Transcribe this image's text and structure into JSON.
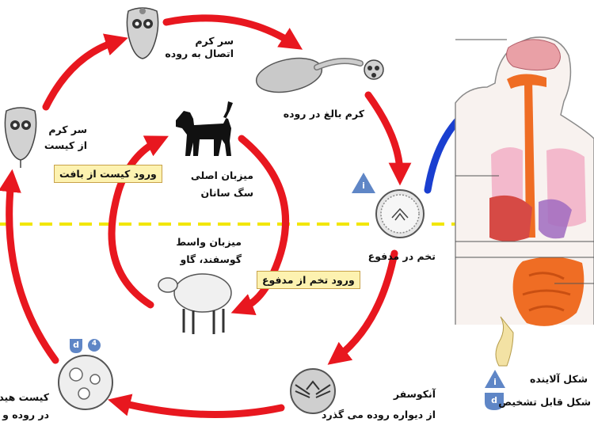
{
  "labels": {
    "scolex_attached_line1": "سر کرم",
    "scolex_attached_line2": "اتصال به روده",
    "adult_worm": "کرم بالغ در روده",
    "egg_in_feces": "تخم در مدفوع",
    "oncosphere_line1": "آنکوسفر",
    "oncosphere_line2": "از دیواره روده می گذرد",
    "hydatid_cyst_line1": "کیست هیدا",
    "hydatid_cyst_line2": "در روده و ش",
    "scolex_from_cyst_line1": "سر کرم",
    "scolex_from_cyst_line2": "از کیست",
    "definitive_host_line1": "میزبان اصلی",
    "definitive_host_line2": "سگ سانان",
    "intermediate_host_line1": "میزبان واسط",
    "intermediate_host_line2": "گوسفند، گاو",
    "cyst_entry_box": "ورود کیست از بافت",
    "egg_entry_box": "ورود تخم از مدفوع"
  },
  "badges": {
    "infective_letter": "i",
    "diagnostic_letter": "d",
    "stage_number": "4"
  },
  "legend": {
    "infective": "شکل آلاینده",
    "diagnostic": "شکل قابل تشخیص"
  },
  "colors": {
    "cycle_arrow": "#e8171f",
    "infection_arrow": "#1a3fd0",
    "divider": "#f2e600",
    "badge": "#5f86c6",
    "box_fill": "#fdf2b0",
    "intestine": "#ef6d24",
    "lung": "#f2b3c8",
    "brain": "#e9a0a6"
  },
  "icons": [
    "scolex-icon",
    "adult-worm-icon",
    "egg-icon",
    "oncosphere-icon",
    "hydatid-cyst-icon",
    "dog-icon",
    "sheep-icon",
    "human-anatomy-icon"
  ]
}
